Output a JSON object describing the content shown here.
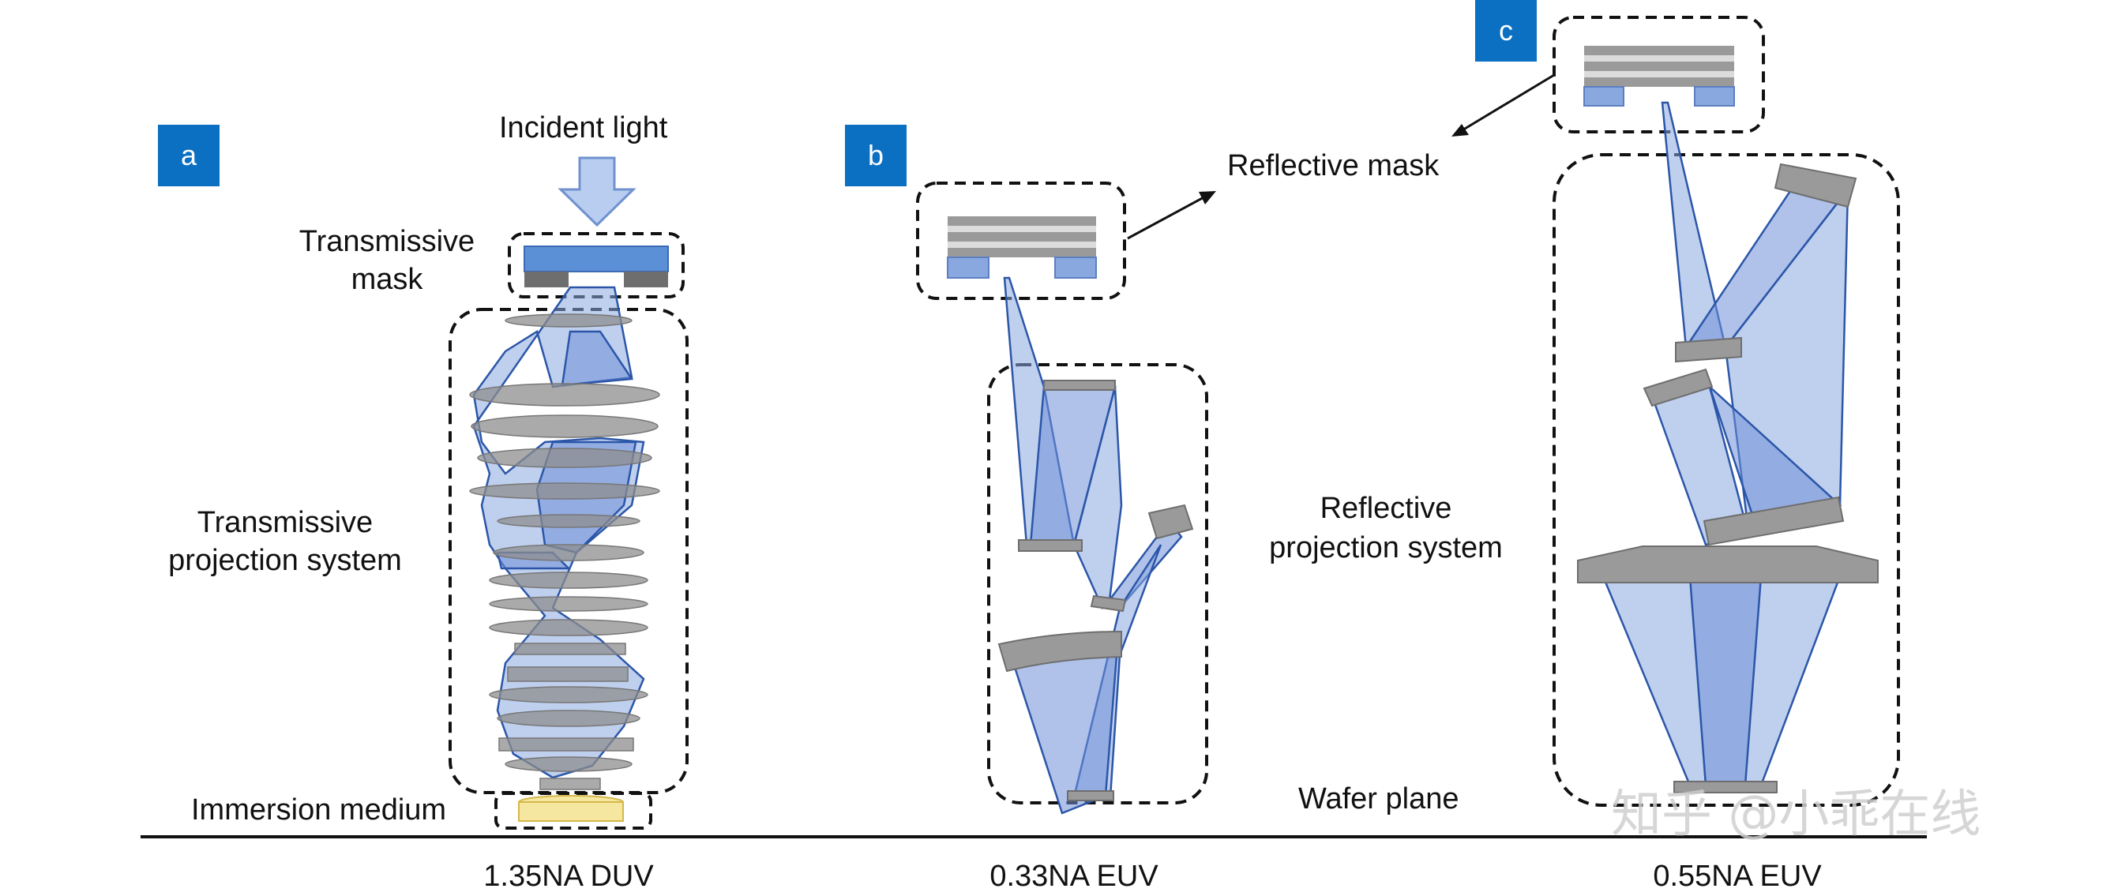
{
  "panels": {
    "a": {
      "badge": "a",
      "incident_light": "Incident light",
      "mask_label_1": "Transmissive",
      "mask_label_2": "mask",
      "projection_label_1": "Transmissive",
      "projection_label_2": "projection system",
      "immersion_label": "Immersion medium",
      "caption": "1.35NA DUV"
    },
    "b": {
      "badge": "b",
      "caption": "0.33NA EUV"
    },
    "c": {
      "badge": "c",
      "caption": "0.55NA EUV"
    }
  },
  "shared_labels": {
    "reflective_mask": "Reflective mask",
    "reflective_projection_1": "Reflective",
    "reflective_projection_2": "projection system",
    "wafer_plane": "Wafer plane"
  },
  "watermark": "知乎 @小乖在线",
  "colors": {
    "badge": "#0b6fc2",
    "beam_fill": "#8aa8e0",
    "beam_stroke": "#2b56a8",
    "mirror": "#9a9a9a",
    "mask_blue": "#5b8fd6",
    "immersion": "#f6e7a0"
  }
}
